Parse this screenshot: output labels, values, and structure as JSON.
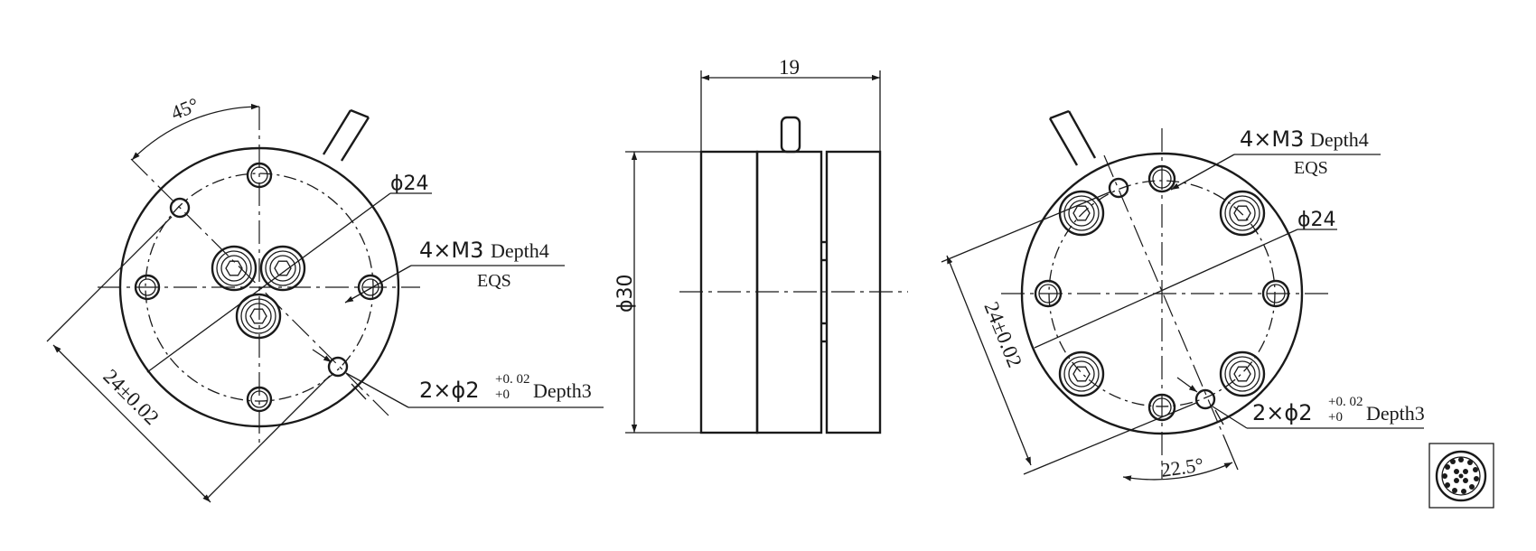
{
  "front_view": {
    "angle_label": "45°",
    "dia_label": "ϕ24",
    "thread_label_main": "4×M3",
    "thread_label_depth": "Depth4",
    "thread_label_eqs": "EQS",
    "pin_label_main": "2×ϕ2",
    "pin_tol_upper": "+0. 02",
    "pin_tol_lower": "+0",
    "pin_label_depth": "Depth3",
    "pitch_label": "24±0.02"
  },
  "side_view": {
    "width_label": "19",
    "height_label": "ϕ30"
  },
  "rear_view": {
    "thread_label_main": "4×M3",
    "thread_label_depth": "Depth4",
    "thread_label_eqs": "EQS",
    "dia_label": "ϕ24",
    "pitch_label": "24±0.02",
    "pin_label_main": "2×ϕ2",
    "pin_tol_upper": "+0. 02",
    "pin_tol_lower": "+0",
    "pin_label_depth": "Depth3",
    "angle_label": "22.5°"
  },
  "connector_icon": "circular-connector-icon"
}
